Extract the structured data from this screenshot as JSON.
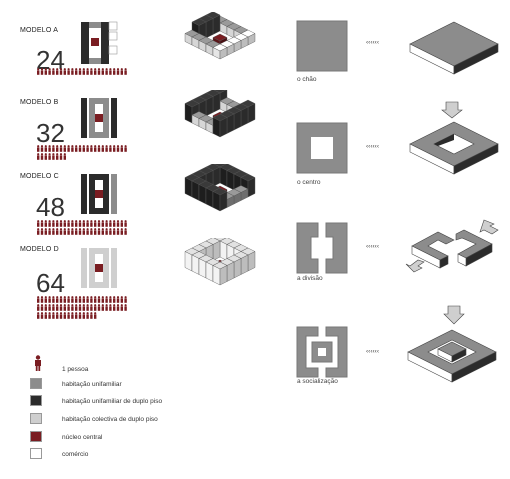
{
  "models": [
    {
      "label": "MODELO A",
      "count": "24",
      "people": 24
    },
    {
      "label": "MODELO B",
      "count": "32",
      "people": 32
    },
    {
      "label": "MODELO C",
      "count": "48",
      "people": 48
    },
    {
      "label": "MODELO D",
      "count": "64",
      "people": 64
    }
  ],
  "concepts": [
    {
      "caption": "o chão"
    },
    {
      "caption": "o centro"
    },
    {
      "caption": "a divisão"
    },
    {
      "caption": "a socialização"
    }
  ],
  "arrow_glyph": "‹‹‹‹‹‹",
  "legend": [
    {
      "label": "1 pessoa",
      "kind": "person",
      "color": "#7a1d22"
    },
    {
      "label": "habitação unifamiliar",
      "kind": "swatch",
      "color": "#8c8c8c"
    },
    {
      "label": "habitação unifamiliar de duplo piso",
      "kind": "swatch",
      "color": "#2b2b2b"
    },
    {
      "label": "habitação colectiva de duplo piso",
      "kind": "swatch",
      "color": "#cfcfcf"
    },
    {
      "label": "núcleo central",
      "kind": "swatch",
      "color": "#7a1d22"
    },
    {
      "label": "comércio",
      "kind": "swatch",
      "color": "#ffffff"
    }
  ]
}
